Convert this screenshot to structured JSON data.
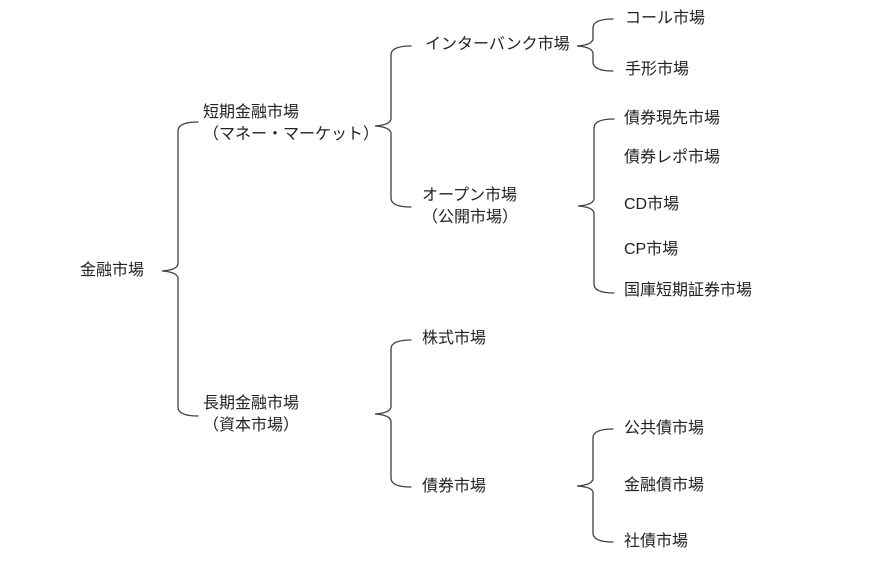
{
  "colors": {
    "background": "#ffffff",
    "line": "#404040",
    "text": "#222222"
  },
  "tree": {
    "label": "金融市場",
    "children": [
      {
        "label": "短期金融市場",
        "sublabel": "（マネー・マーケット）",
        "children": [
          {
            "label": "インターバンク市場",
            "children": [
              {
                "label": "コール市場"
              },
              {
                "label": "手形市場"
              }
            ]
          },
          {
            "label": "オープン市場",
            "sublabel": "（公開市場）",
            "children": [
              {
                "label": "債券現先市場"
              },
              {
                "label": "債券レポ市場"
              },
              {
                "label": "CD市場"
              },
              {
                "label": "CP市場"
              },
              {
                "label": "国庫短期証券市場"
              }
            ]
          }
        ]
      },
      {
        "label": "長期金融市場",
        "sublabel": "（資本市場）",
        "children": [
          {
            "label": "株式市場"
          },
          {
            "label": "債券市場",
            "children": [
              {
                "label": "公共債市場"
              },
              {
                "label": "金融債市場"
              },
              {
                "label": "社債市場"
              }
            ]
          }
        ]
      }
    ]
  }
}
